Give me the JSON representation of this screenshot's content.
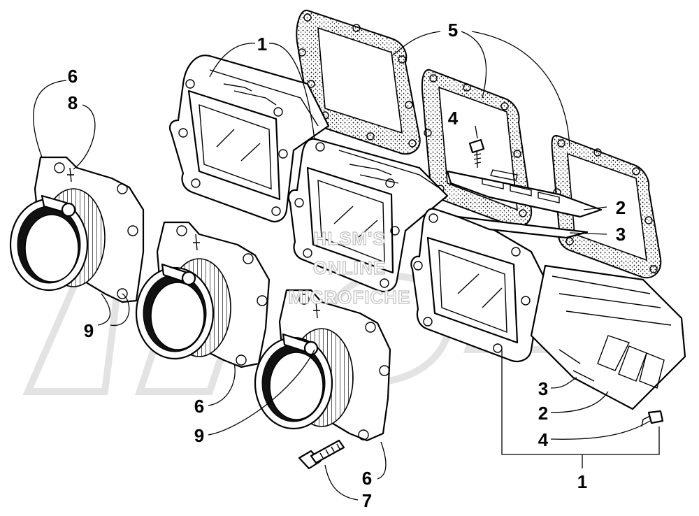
{
  "watermark": {
    "lines": [
      "HLSM'S",
      "ONLINE",
      "MICROFICHE"
    ]
  },
  "callouts": {
    "c1_top": "1",
    "c5_top": "5",
    "c6_top": "6",
    "c8_top": "8",
    "c4_upper": "4",
    "c2_upper": "2",
    "c3_upper": "3",
    "c9_left": "9",
    "c6_mid": "6",
    "c9_mid": "9",
    "c3_lower": "3",
    "c2_lower": "2",
    "c4_lower": "4",
    "c6_bottom": "6",
    "c7_bottom": "7",
    "c1_bottom": "1"
  }
}
